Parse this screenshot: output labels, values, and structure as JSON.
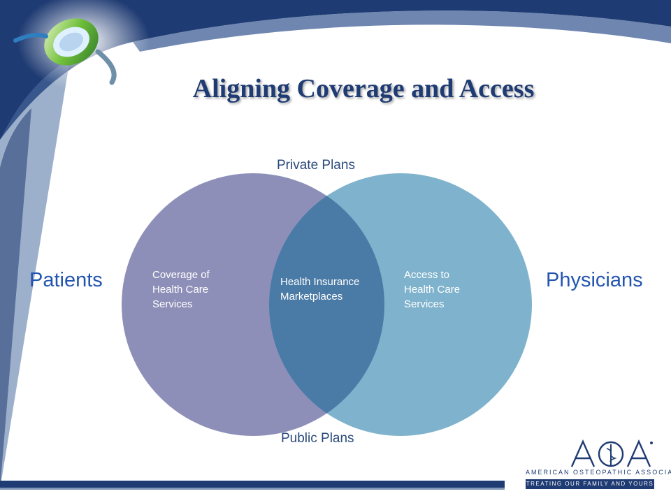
{
  "slide": {
    "title": "Aligning Coverage and Access"
  },
  "diagram": {
    "type": "venn",
    "top_label": "Private Plans",
    "bottom_label": "Public Plans",
    "left_label": "Patients",
    "right_label": "Physicians",
    "left_circle_text": "Coverage of\nHealth Care\nServices",
    "overlap_text": "Health Insurance\nMarketplaces",
    "right_circle_text": "Access to\nHealth Care\nServices",
    "colors": {
      "left_circle": "#8e8fb8",
      "right_circle": "#7fb2cc",
      "overlap": "#4a7aa6"
    }
  },
  "branding": {
    "logo_line1": "AMERICAN OSTEOPATHIC ASSOCIATION",
    "logo_line2": "TREATING OUR FAMILY AND YOURS",
    "primary_color": "#1f3b73"
  }
}
